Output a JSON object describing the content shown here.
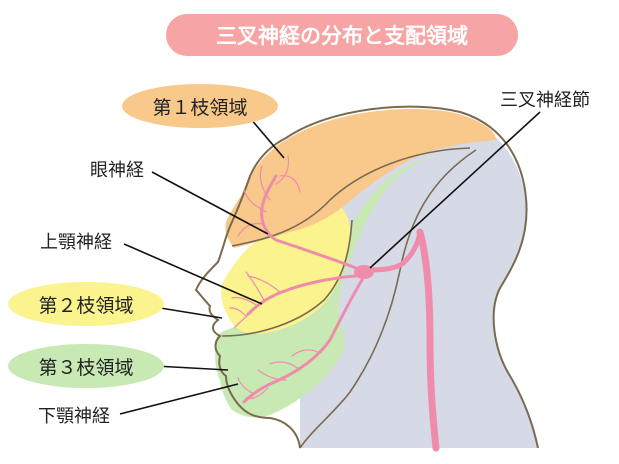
{
  "title": "三叉神経の分布と支配領域",
  "regions": {
    "v1": "第１枝領域",
    "v2": "第２枝領域",
    "v3": "第３枝領域"
  },
  "labels": {
    "ophthalmic": "眼神経",
    "maxillary": "上顎神経",
    "mandibular": "下顎神経",
    "ganglion": "三叉神経節"
  },
  "colors": {
    "title_bg": "#f6a4a4",
    "title_text": "#ffffff",
    "v1_fill": "#f8c98a",
    "v2_fill": "#fbf38e",
    "v3_fill": "#c8e9b4",
    "head_back": "#d6d9e6",
    "nerve": "#f08cab",
    "outline": "#7a6a50"
  }
}
